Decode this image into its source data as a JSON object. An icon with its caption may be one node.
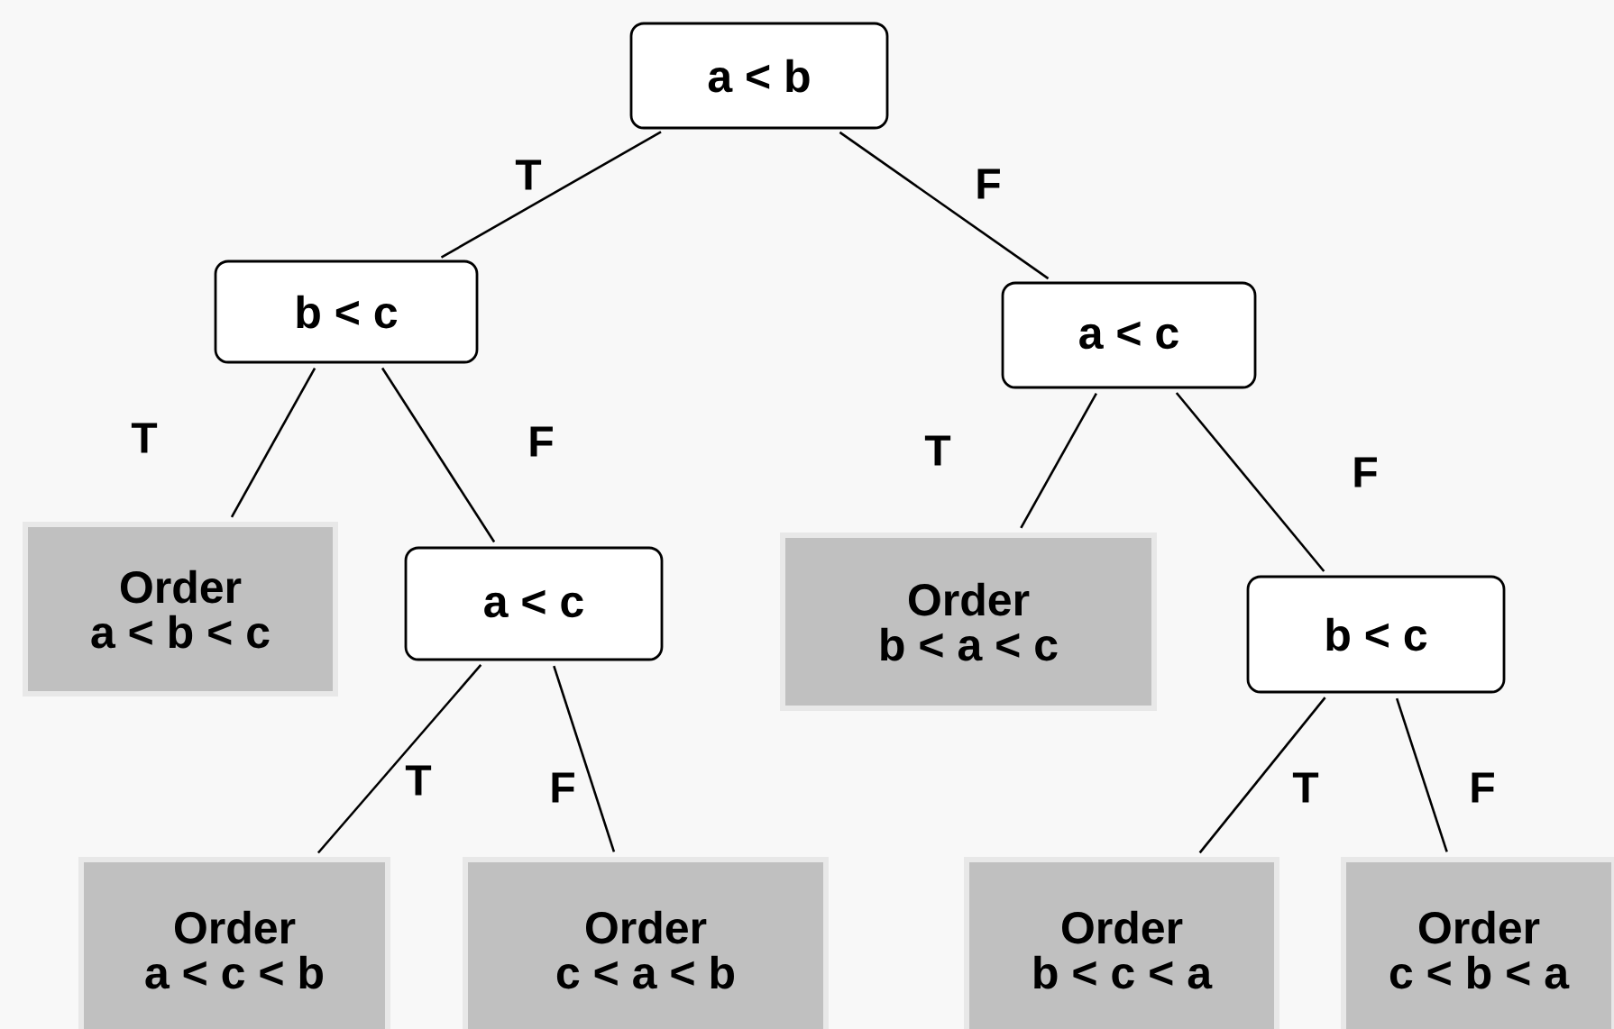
{
  "diagram": {
    "nodes": [
      {
        "text": [
          "a < b"
        ]
      },
      {
        "text": [
          "b < c"
        ]
      },
      {
        "text": [
          "Order",
          "a < b < c"
        ]
      },
      {
        "text": [
          "a < c"
        ]
      },
      {
        "text": [
          "a < c"
        ]
      },
      {
        "text": [
          "Order",
          "b < a < c"
        ]
      },
      {
        "text": [
          "b < c"
        ]
      },
      {
        "text": [
          "Order",
          "a < c < b"
        ]
      },
      {
        "text": [
          "Order",
          "c < a < b"
        ]
      },
      {
        "text": [
          "Order",
          "b < c < a"
        ]
      },
      {
        "text": [
          "Order",
          "c < b < a"
        ]
      }
    ],
    "edges": [
      {
        "from": 0,
        "to": 1,
        "arrow": "none",
        "label": "T"
      },
      {
        "from": 0,
        "to": 4,
        "arrow": "none",
        "label": "F"
      },
      {
        "from": 1,
        "to": 2,
        "arrow": "none",
        "label": "T"
      },
      {
        "from": 1,
        "to": 3,
        "arrow": "none",
        "label": "F"
      },
      {
        "from": 4,
        "to": 5,
        "arrow": "none",
        "label": "T"
      },
      {
        "from": 4,
        "to": 6,
        "arrow": "none",
        "label": "F"
      },
      {
        "from": 3,
        "to": 7,
        "arrow": "none",
        "label": "T"
      },
      {
        "from": 3,
        "to": 8,
        "arrow": "none",
        "label": "F"
      },
      {
        "from": 6,
        "to": 9,
        "arrow": "none",
        "label": "T"
      },
      {
        "from": 6,
        "to": 10,
        "arrow": "none",
        "label": "F"
      }
    ]
  }
}
